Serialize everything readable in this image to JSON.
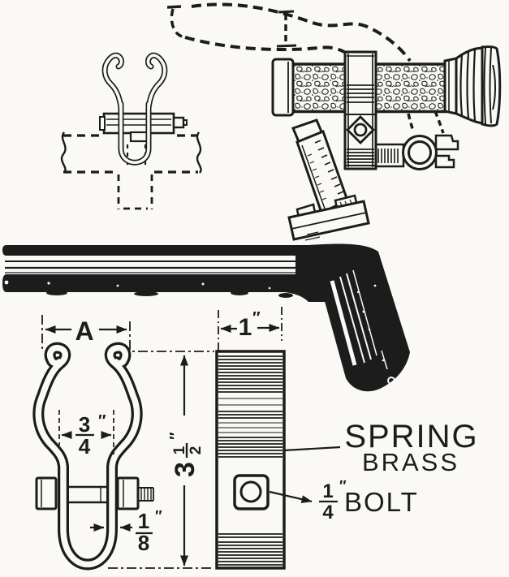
{
  "figure": {
    "type": "technical-line-illustration",
    "subject": "handlebar spring-clip mount: perspective view, clip side view, dimensioned clip and spring-brass strip",
    "colors": {
      "ink": "#1c1c1c",
      "paper": "#faf9f6"
    },
    "labels": {
      "dim_width": "A",
      "frac_three_quarters": {
        "num": "3",
        "den": "4",
        "unit": "″"
      },
      "frac_three_half": {
        "whole": "3",
        "num": "1",
        "den": "2",
        "unit": "″"
      },
      "frac_one_eighth": {
        "num": "1",
        "den": "8",
        "unit": "″"
      },
      "one_inch": {
        "num": "1",
        "unit": "″"
      },
      "material": [
        "SPRING",
        "BRASS"
      ],
      "bolt": {
        "num": "1",
        "den": "4",
        "unit": "″",
        "word": "BOLT"
      }
    }
  }
}
